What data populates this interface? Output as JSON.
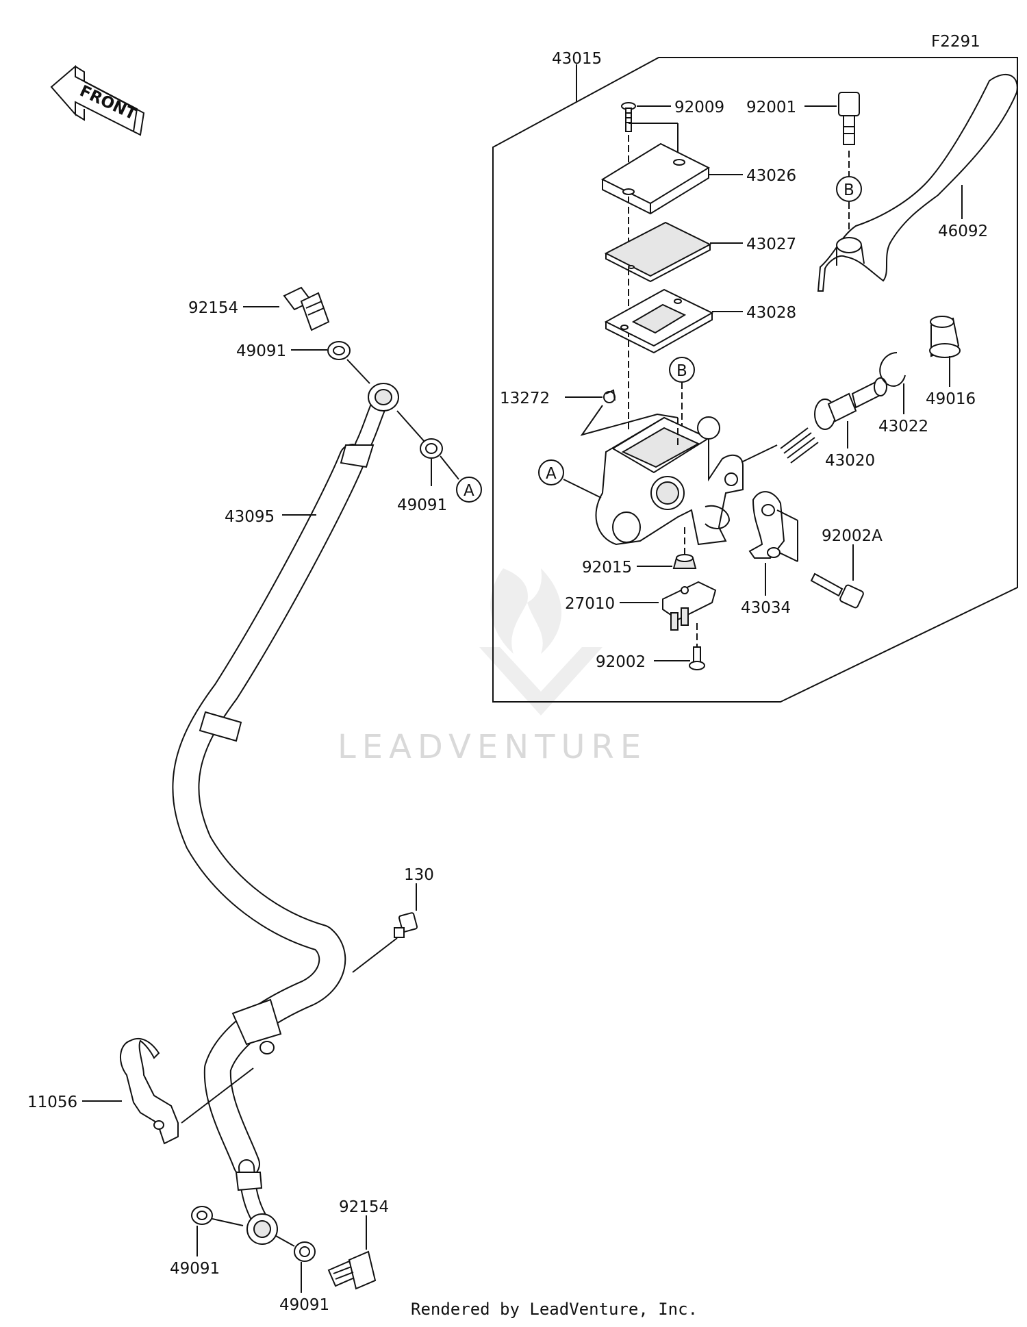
{
  "figure_code": "F2291",
  "front_label": "FRONT",
  "watermark": "LEADVENTURE",
  "footer": "Rendered by LeadVenture, Inc.",
  "parts": {
    "p43015": "43015",
    "p92009": "92009",
    "p92001": "92001",
    "p43026": "43026",
    "p43027": "43027",
    "p43028": "43028",
    "p46092": "46092",
    "p13272": "13272",
    "p43020": "43020",
    "p43022": "43022",
    "p49016": "49016",
    "p92002A": "92002A",
    "p43034": "43034",
    "p92015": "92015",
    "p27010": "27010",
    "p92002": "92002",
    "p92154_top": "92154",
    "p49091_a": "49091",
    "p49091_b": "49091",
    "p43095": "43095",
    "p130": "130",
    "p11056": "11056",
    "p92154_bottom": "92154",
    "p49091_c": "49091",
    "p49091_d": "49091"
  },
  "refs": {
    "A_body": "A",
    "A_hose": "A",
    "B_body": "B",
    "B_lever": "B"
  }
}
